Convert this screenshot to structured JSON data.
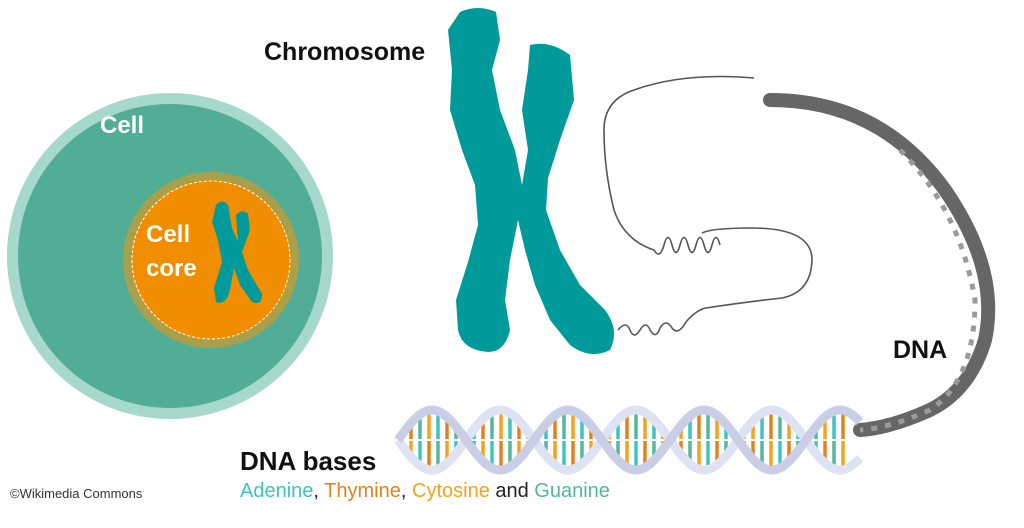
{
  "labels": {
    "chromosome": "Chromosome",
    "cell": "Cell",
    "cell_core_line1": "Cell",
    "cell_core_line2": "core",
    "dna": "DNA",
    "dna_bases": "DNA bases"
  },
  "bases": {
    "adenine": "Adenine",
    "sep1": ", ",
    "thymine": "Thymine",
    "sep2": ", ",
    "cytosine": "Cytosine",
    "and": " and ",
    "guanine": "Guanine"
  },
  "copyright": "©Wikimedia Commons",
  "colors": {
    "cell": "#52ad97",
    "cell_membrane": "#a6d8cc",
    "core": "#f18e00",
    "core_ring": "#a9a04c",
    "chromosome": "#009a9a",
    "adenine": "#3cc4c4",
    "thymine": "#e0821e",
    "cytosine": "#f5a21c",
    "guanine": "#52b89a"
  }
}
